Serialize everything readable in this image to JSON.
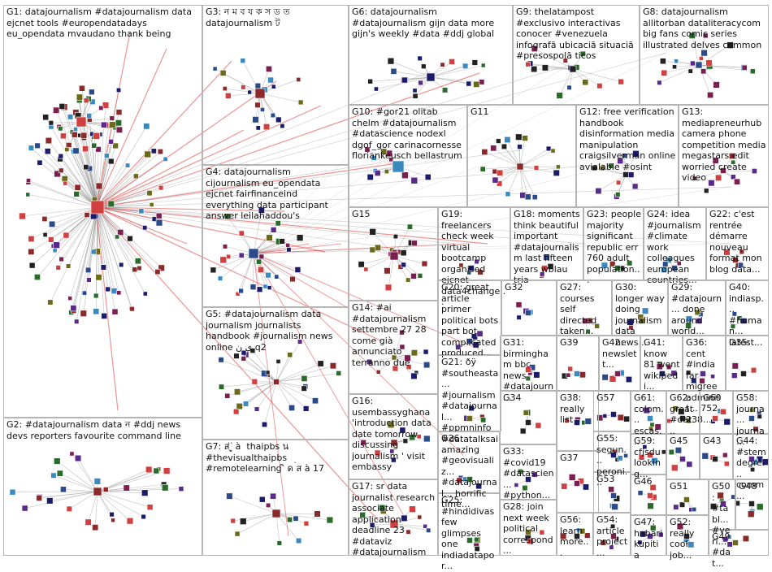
{
  "graph": {
    "groups": [
      {
        "id": "G1",
        "label": "G1: datajournalism #datajournalism data ejcnet tools #europendatadays eu_opendata mvaudano thank being"
      },
      {
        "id": "G2",
        "label": "G2: #datajournalism data ন #ddj news devs reporters favourite command line"
      },
      {
        "id": "G3",
        "label": "G3: ন ম ব য ক স ড ত datajournalism ট"
      },
      {
        "id": "G4",
        "label": "G4: datajournalism cijournalism eu_opendata ejcnet fairfinanceind everything data participant answer leilahaddou's"
      },
      {
        "id": "G5",
        "label": "G5: #datajournalism data journalism journalists handbook #journalism news online ي ن q2"
      },
      {
        "id": "G6",
        "label": "G6: datajournalism #datajournalism gijn data more gijn's weekly #data #ddj global"
      },
      {
        "id": "G7",
        "label": "G7: ส่ ู่ à ่ thaipbs น #thevisualthaipbs #remotelearning ิ ด ่ส à 17"
      },
      {
        "id": "G8",
        "label": "G8: datajournalism allitorban dataliteracycom big fans comic series illustrated delves common"
      },
      {
        "id": "G9",
        "label": "G9: thelatampost #exclusivo interactivas conocer #venezuela infografã ubicaciã situaciã #presospolã ticos"
      },
      {
        "id": "G10",
        "label": "G10: #gor21 olitab chelm #datajournalism #datascience nodexl dgof_gor carinacornesse floriankeusch bellastrum"
      },
      {
        "id": "G11",
        "label": "G11"
      },
      {
        "id": "G12",
        "label": "G12: free verification handbook disinformation media manipulation craigsilverman online avialable #osint"
      },
      {
        "id": "G13",
        "label": "G13: mediapreneurhub camera phone competition media megastars edit worried create video"
      },
      {
        "id": "G14",
        "label": "G14: #ai #datajournalism settembre 27 28 come già annunciato terranno due"
      },
      {
        "id": "G15",
        "label": "G15"
      },
      {
        "id": "G16",
        "label": "G16: usembassyghana 'introduction data date tomorrow discussing journalism ' visit embassy"
      },
      {
        "id": "G17",
        "label": "G17: sr data journalist research associate application deadline 23 #dataviz #datajournalism"
      },
      {
        "id": "G18",
        "label": "G18: moments think beautiful important #datajournalism last fifteen years wblau tria"
      },
      {
        "id": "G19",
        "label": "G19: freelancers check week virtual bootcamp organised ejcnet data4change..."
      },
      {
        "id": "G20",
        "label": "G20: great article primer political bots part bot complicated produced..."
      },
      {
        "id": "G21",
        "label": "G21: ðÿ #southeasta... #journalism #datajournal... #ppmninfo #datatalksai..."
      },
      {
        "id": "G22",
        "label": "G22: c'est rentrée démarre nouveau format mon blog data..."
      },
      {
        "id": "G23",
        "label": "G23: people majority significant republic err 760 adult population..."
      },
      {
        "id": "G24",
        "label": "G24: idea #journalism #climate work colleagues european countries..."
      },
      {
        "id": "G25",
        "label": "G25: #hindidivas few glimpses one indiadatapor..."
      },
      {
        "id": "G26",
        "label": "G26: amazing #geovisualiz... #datajournal... horrific time..."
      },
      {
        "id": "G27",
        "label": "G27: courses self directed taken..."
      },
      {
        "id": "G28",
        "label": "G28: join next week political correspond..."
      },
      {
        "id": "G29",
        "label": "G29: #datajourn... done around world..."
      },
      {
        "id": "G30",
        "label": "G30: longer way doing journalism data news..."
      },
      {
        "id": "G31",
        "label": "G31: birmingham bbc news #datajourn..."
      },
      {
        "id": "G32",
        "label": "G32"
      },
      {
        "id": "G33",
        "label": "G33: #covid19 #datascien... #python..."
      },
      {
        "id": "G34",
        "label": "G34"
      },
      {
        "id": "G35",
        "label": "G35:"
      },
      {
        "id": "G36",
        "label": "G36: cent #india far migree administ... 752 238..."
      },
      {
        "id": "G37",
        "label": "G37"
      },
      {
        "id": "G38",
        "label": "G38: really list"
      },
      {
        "id": "G39",
        "label": "G39"
      },
      {
        "id": "G40",
        "label": "G40: indiasp... #human... latest..."
      },
      {
        "id": "G41",
        "label": "G41: know 81 went wikipedi..."
      },
      {
        "id": "G42",
        "label": "G42: newslett..."
      },
      {
        "id": "G43",
        "label": "G43"
      },
      {
        "id": "G44",
        "label": "G44: #stem degre... comm..."
      },
      {
        "id": "G45",
        "label": "G45"
      },
      {
        "id": "G46",
        "label": "G46"
      },
      {
        "id": "G47",
        "label": "G47: habari kupitia"
      },
      {
        "id": "G48",
        "label": "G48"
      },
      {
        "id": "G49",
        "label": "G49"
      },
      {
        "id": "G50",
        "label": "G50: #tabl... #veri... #dat..."
      },
      {
        "id": "G51",
        "label": "G51"
      },
      {
        "id": "G52",
        "label": "G52: really cool job..."
      },
      {
        "id": "G53",
        "label": "G53"
      },
      {
        "id": "G54",
        "label": "G54: article project..."
      },
      {
        "id": "G55",
        "label": "G55: segun... peroni..."
      },
      {
        "id": "G56",
        "label": "G56: learn more..."
      },
      {
        "id": "G57",
        "label": "G57"
      },
      {
        "id": "G58",
        "label": "G58: journa... journa..."
      },
      {
        "id": "G59",
        "label": "G59: cfjsdu looking..."
      },
      {
        "id": "G60",
        "label": "G60"
      },
      {
        "id": "G61",
        "label": "G61: colom... escas..."
      },
      {
        "id": "G62",
        "label": "G62: great #dat..."
      }
    ]
  }
}
